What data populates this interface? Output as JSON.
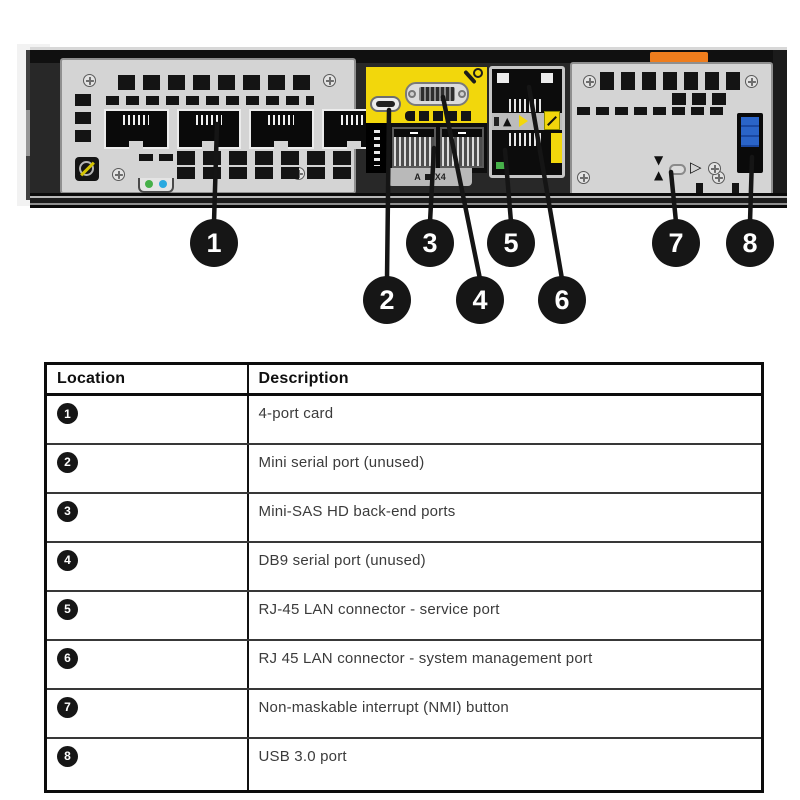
{
  "figure": {
    "name": "Storage system rear panel with numbered callouts",
    "callouts": [
      "1",
      "2",
      "3",
      "4",
      "5",
      "6",
      "7",
      "8"
    ],
    "labels": {
      "sas_group": "A",
      "sas_lanes": "X4"
    },
    "icons": [
      "screw-icon",
      "wrench-icon",
      "no-phone-icon",
      "triangle-up-icon",
      "triangle-down-icon",
      "triangle-right-icon",
      "warning-sticker"
    ]
  },
  "colors": {
    "sticker-yellow": "#f2d70c",
    "latch-orange": "#ef7d1d",
    "usb-blue": "#2a64c8",
    "led-green": "#46b049",
    "led-blue": "#2aa9e0",
    "callout-black": "#161616"
  },
  "table": {
    "headers": {
      "location": "Location",
      "description": "Description"
    },
    "rows": [
      {
        "number": "1",
        "description": "4-port card"
      },
      {
        "number": "2",
        "description": "Mini serial port (unused)"
      },
      {
        "number": "3",
        "description": "Mini-SAS HD back-end ports"
      },
      {
        "number": "4",
        "description": "DB9 serial port (unused)"
      },
      {
        "number": "5",
        "description": "RJ-45 LAN connector - service port"
      },
      {
        "number": "6",
        "description": "RJ 45 LAN connector - system management port"
      },
      {
        "number": "7",
        "description": "Non-maskable interrupt (NMI) button"
      },
      {
        "number": "8",
        "description": "USB 3.0 port"
      }
    ]
  }
}
